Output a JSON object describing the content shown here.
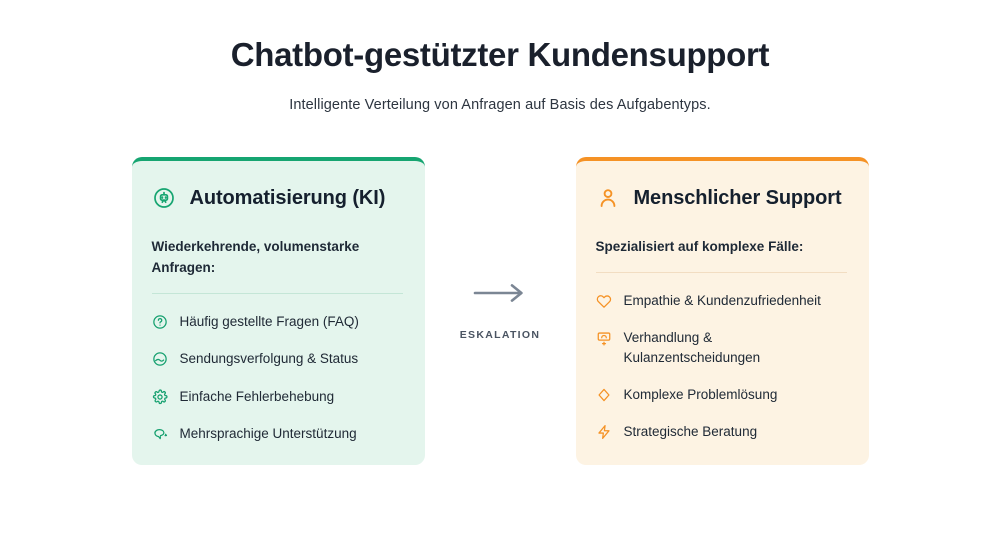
{
  "header": {
    "title": "Chatbot-gestützter Kundensupport",
    "subtitle": "Intelligente Verteilung von Anfragen auf Basis des Aufgabentyps."
  },
  "flow": {
    "arrow_label": "ESKALATION",
    "arrow_color": "#7b8694"
  },
  "colors": {
    "automation_accent": "#16a571",
    "automation_background": "#e4f5ed",
    "human_accent": "#f59225",
    "human_background": "#fdf3e3",
    "title_color": "#1a202c"
  },
  "columns": [
    {
      "key": "automation",
      "icon": "bot-circle-icon",
      "title": "Automatisierung (KI)",
      "subheading": "Wiederkehrende, volumenstarke Anfragen:",
      "items": [
        {
          "icon": "help-circle-icon",
          "label": "Häufig gestellte Fragen (FAQ)"
        },
        {
          "icon": "package-tracking-icon",
          "label": "Sendungsverfolgung & Status"
        },
        {
          "icon": "gear-icon",
          "label": "Einfache Fehlerbehebung"
        },
        {
          "icon": "languages-icon",
          "label": "Mehrsprachige Unterstützung"
        }
      ]
    },
    {
      "key": "human",
      "icon": "person-icon",
      "title": "Menschlicher Support",
      "subheading": "Spezialisiert auf komplexe Fälle:",
      "items": [
        {
          "icon": "heart-icon",
          "label": "Empathie & Kundenzufriedenheit"
        },
        {
          "icon": "card-plus-icon",
          "label": "Verhandlung & Kulanzentscheidungen"
        },
        {
          "icon": "gem-icon",
          "label": "Komplexe Problemlösung"
        },
        {
          "icon": "lightning-icon",
          "label": "Strategische Beratung"
        }
      ]
    }
  ]
}
